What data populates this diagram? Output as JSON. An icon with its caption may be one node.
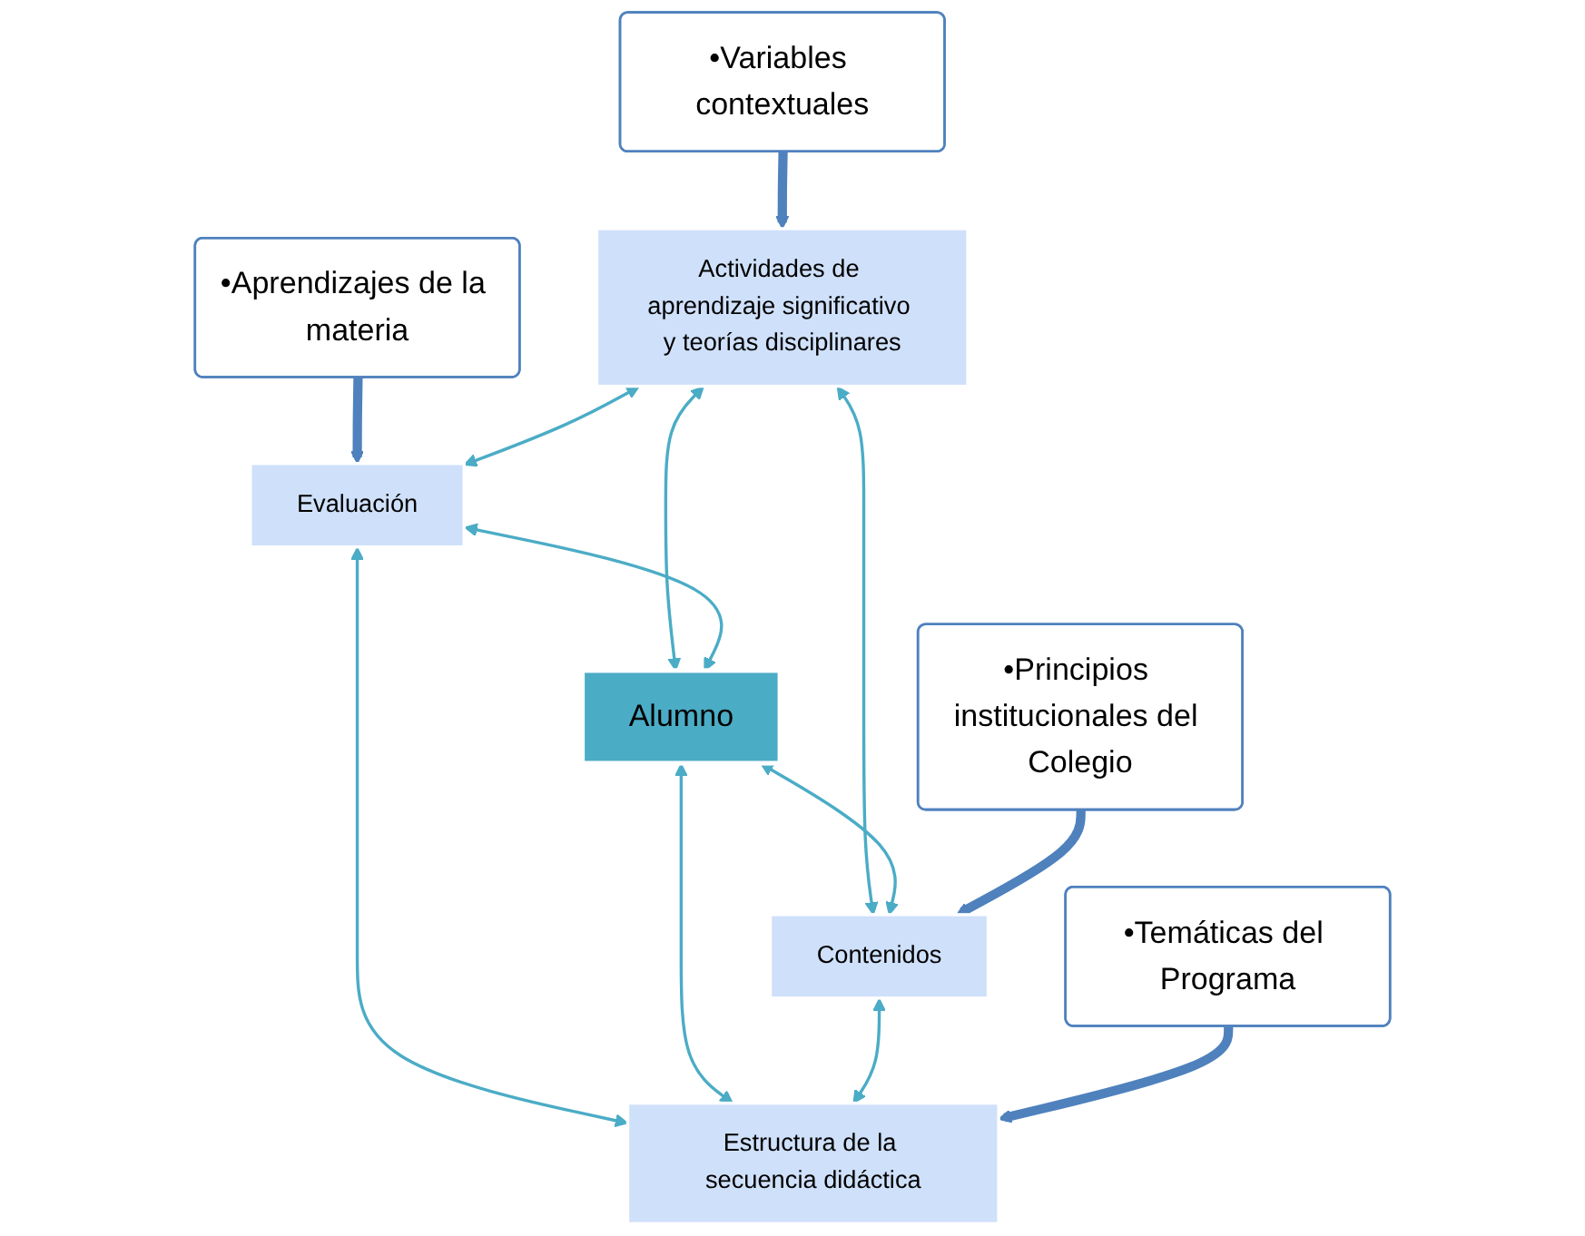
{
  "diagram": {
    "nodes": [
      {
        "text": [
          "•Variables contextuales"
        ]
      },
      {
        "text": [
          "•Aprendizajes de la materia"
        ]
      },
      {
        "text": [
          "Actividades de aprendizaje significativo y teorías disciplinares"
        ]
      },
      {
        "text": [
          "Evaluación"
        ]
      },
      {
        "text": [
          "Alumno"
        ]
      },
      {
        "text": [
          "Contenidos"
        ]
      },
      {
        "text": [
          "Estructura de la secuencia didáctica"
        ]
      },
      {
        "text": [
          "•Principios institucionales del Colegio"
        ]
      },
      {
        "text": [
          "•Temáticas del Programa"
        ]
      }
    ],
    "edges": [
      {
        "from": 0,
        "to": 2,
        "arrow": "to",
        "style": "thick",
        "color": "#4f81bd"
      },
      {
        "from": 1,
        "to": 3,
        "arrow": "to",
        "style": "thick",
        "color": "#4f81bd"
      },
      {
        "from": 2,
        "to": 3,
        "arrow": "both"
      },
      {
        "from": 2,
        "to": 4,
        "arrow": "both"
      },
      {
        "from": 3,
        "to": 4,
        "arrow": "both"
      },
      {
        "from": 2,
        "to": 5,
        "arrow": "both"
      },
      {
        "from": 3,
        "to": 6,
        "arrow": "both"
      },
      {
        "from": 4,
        "to": 5,
        "arrow": "both"
      },
      {
        "from": 4,
        "to": 6,
        "arrow": "both"
      },
      {
        "from": 5,
        "to": 6,
        "arrow": "both"
      },
      {
        "from": 7,
        "to": 5,
        "arrow": "to",
        "style": "thick",
        "color": "#4f81bd"
      },
      {
        "from": 8,
        "to": 6,
        "arrow": "to",
        "style": "thick",
        "color": "#4f81bd"
      }
    ]
  }
}
